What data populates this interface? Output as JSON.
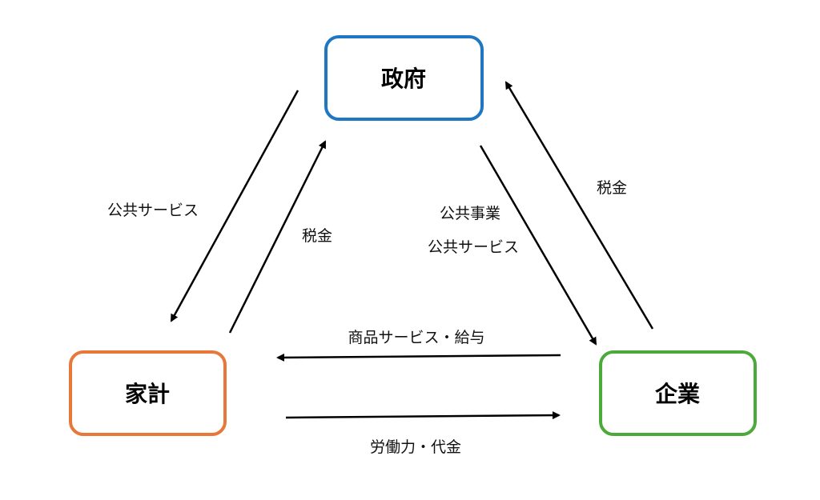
{
  "nodes": {
    "government": {
      "label": "政府",
      "color": "#1f77c4"
    },
    "household": {
      "label": "家計",
      "color": "#e8773a"
    },
    "business": {
      "label": "企業",
      "color": "#4caa3a"
    }
  },
  "flows": {
    "gov_to_household": "公共サービス",
    "household_to_gov": "税金",
    "gov_to_business_1": "公共事業",
    "gov_to_business_2": "公共サービス",
    "business_to_gov": "税金",
    "business_to_household": "商品サービス・給与",
    "household_to_business": "労働力・代金"
  },
  "colors": {
    "arrow": "#000000"
  }
}
